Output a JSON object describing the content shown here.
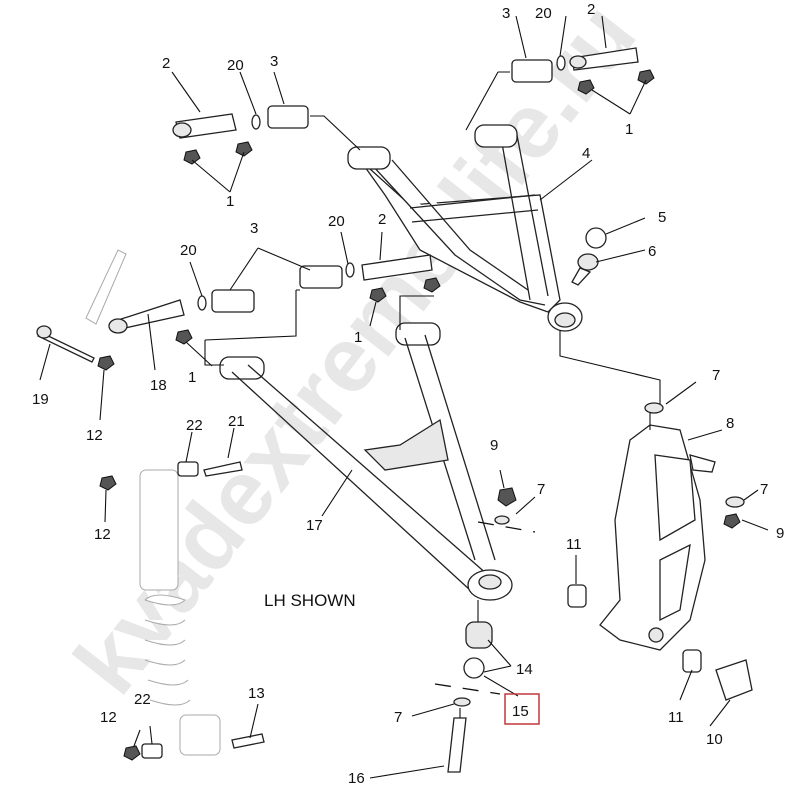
{
  "diagram": {
    "title": "LH SHOWN",
    "watermark": "kvadextreme-life.ru",
    "highlight_color": "#c0393b",
    "highlighted_callout": "15",
    "callouts": [
      {
        "id": "c1",
        "text": "2"
      },
      {
        "id": "c2",
        "text": "20"
      },
      {
        "id": "c3",
        "text": "3"
      },
      {
        "id": "c4",
        "text": "1"
      },
      {
        "id": "c5",
        "text": "3"
      },
      {
        "id": "c6",
        "text": "20"
      },
      {
        "id": "c7",
        "text": "2"
      },
      {
        "id": "c8",
        "text": "1"
      },
      {
        "id": "c9",
        "text": "4"
      },
      {
        "id": "c10",
        "text": "5"
      },
      {
        "id": "c11",
        "text": "6"
      },
      {
        "id": "c12",
        "text": "20"
      },
      {
        "id": "c13",
        "text": "3"
      },
      {
        "id": "c14",
        "text": "20"
      },
      {
        "id": "c15",
        "text": "2"
      },
      {
        "id": "c16",
        "text": "1"
      },
      {
        "id": "c17",
        "text": "1"
      },
      {
        "id": "c18",
        "text": "18"
      },
      {
        "id": "c19",
        "text": "19"
      },
      {
        "id": "c20",
        "text": "12"
      },
      {
        "id": "c21",
        "text": "7"
      },
      {
        "id": "c22",
        "text": "8"
      },
      {
        "id": "c23",
        "text": "22"
      },
      {
        "id": "c24",
        "text": "21"
      },
      {
        "id": "c25",
        "text": "9"
      },
      {
        "id": "c26",
        "text": "7"
      },
      {
        "id": "c27",
        "text": "7"
      },
      {
        "id": "c28",
        "text": "9"
      },
      {
        "id": "c29",
        "text": "12"
      },
      {
        "id": "c30",
        "text": "17"
      },
      {
        "id": "c31",
        "text": "11"
      },
      {
        "id": "c32",
        "text": "14"
      },
      {
        "id": "c33",
        "text": "15"
      },
      {
        "id": "c34",
        "text": "22"
      },
      {
        "id": "c35",
        "text": "13"
      },
      {
        "id": "c36",
        "text": "12"
      },
      {
        "id": "c37",
        "text": "7"
      },
      {
        "id": "c38",
        "text": "11"
      },
      {
        "id": "c39",
        "text": "10"
      },
      {
        "id": "c40",
        "text": "16"
      }
    ]
  }
}
